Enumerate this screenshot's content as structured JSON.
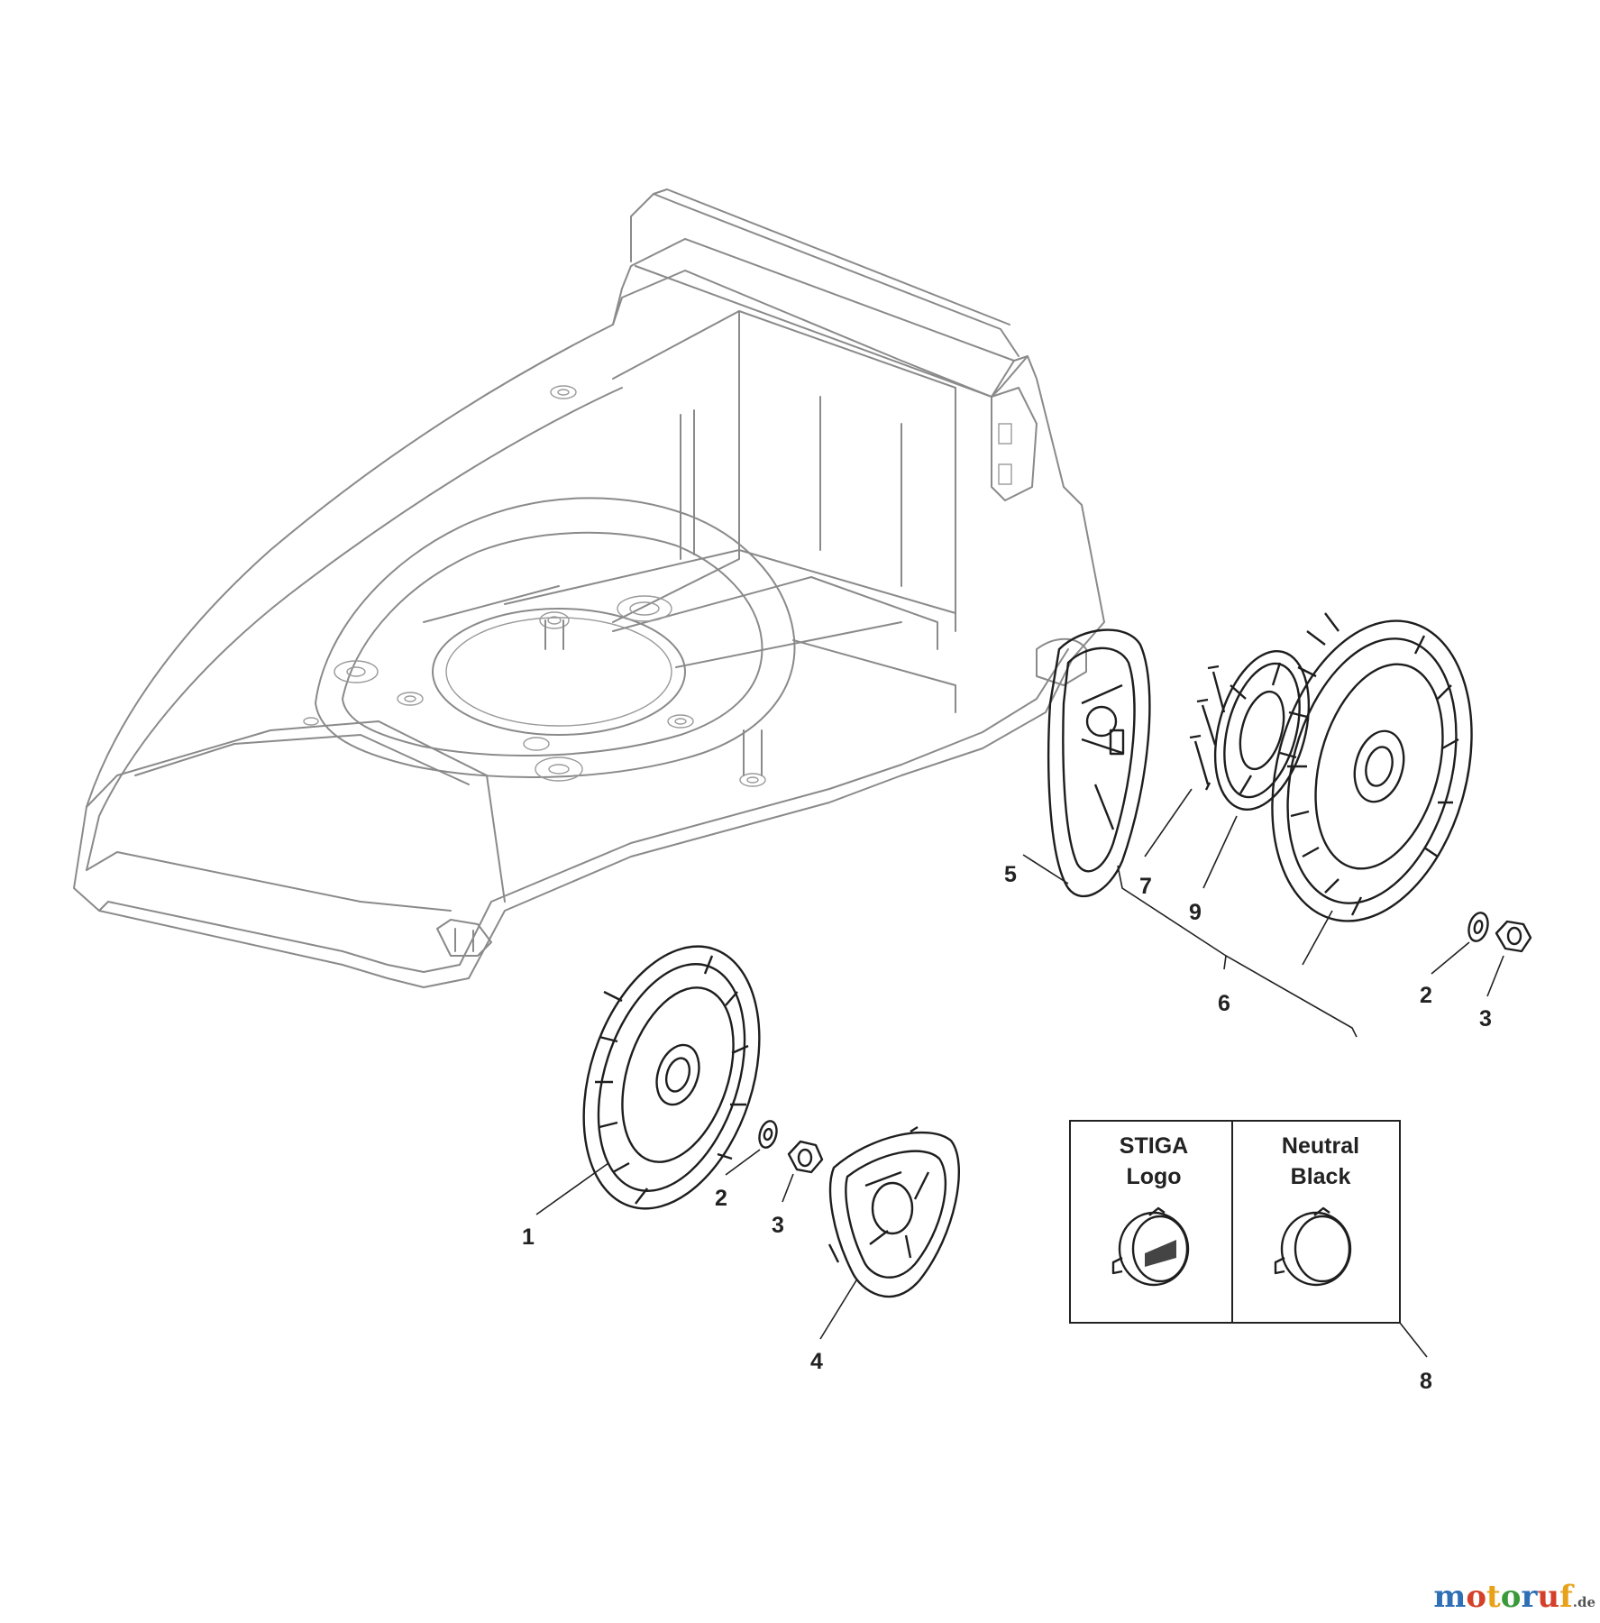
{
  "callouts": [
    {
      "id": "c1",
      "label": "1"
    },
    {
      "id": "c2a",
      "label": "2"
    },
    {
      "id": "c3a",
      "label": "3"
    },
    {
      "id": "c4",
      "label": "4"
    },
    {
      "id": "c5",
      "label": "5"
    },
    {
      "id": "c6",
      "label": "6"
    },
    {
      "id": "c7",
      "label": "7"
    },
    {
      "id": "c9",
      "label": "9"
    },
    {
      "id": "c2b",
      "label": "2"
    },
    {
      "id": "c3b",
      "label": "3"
    },
    {
      "id": "c8",
      "label": "8"
    }
  ],
  "variant_box": {
    "left_line1": "STIGA",
    "left_line2": "Logo",
    "right_line1": "Neutral",
    "right_line2": "Black"
  },
  "watermark": {
    "main": "motoruf",
    "tld": ".de",
    "colors": [
      "#2e6fb5",
      "#d4402a",
      "#e8a21a",
      "#3a9a3a"
    ]
  }
}
